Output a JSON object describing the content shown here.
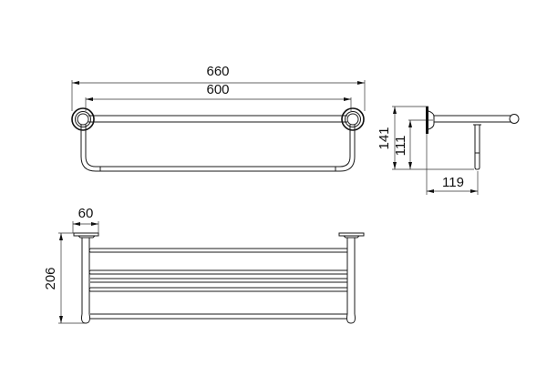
{
  "drawing": {
    "front_view": {
      "overall_width_label": "660",
      "bar_width_label": "600"
    },
    "side_view": {
      "height_label": "141",
      "bar_height_label": "111",
      "depth_label": "119"
    },
    "top_view": {
      "flange_width_label": "60",
      "depth_label": "206"
    }
  },
  "colors": {
    "line": "#1a1a1a",
    "background": "#ffffff"
  }
}
